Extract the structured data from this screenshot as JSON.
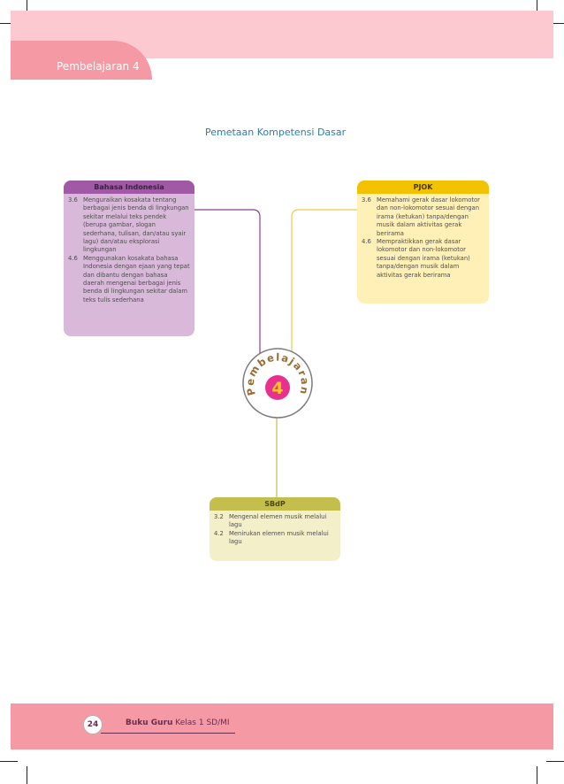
{
  "header": {
    "title": "Pembelajaran 4"
  },
  "map_title": "Pemetaan Kompetensi Dasar",
  "center": {
    "word": "Pembelajaran",
    "number": "4"
  },
  "subjects": {
    "bahasa_indonesia": {
      "title": "Bahasa Indonesia",
      "items": [
        {
          "num": "3.6",
          "text": "Menguraikan kosakata tentang berbagai jenis benda di lingkungan sekitar melalui teks pendek (berupa gambar, slogan sederhana, tulisan, dan/atau syair lagu) dan/atau eksplorasi lingkungan"
        },
        {
          "num": "4.6",
          "text": "Menggunakan kosakata bahasa Indonesia dengan ejaan yang tepat dan dibantu dengan bahasa daerah mengenai berbagai jenis benda di lingkungan sekitar dalam teks tulis sederhana"
        }
      ]
    },
    "pjok": {
      "title": "PJOK",
      "items": [
        {
          "num": "3.6",
          "text": "Memahami gerak dasar lokomotor dan non-lokomotor sesuai dengan irama (ketukan) tanpa/dengan musik dalam aktivitas gerak berirama"
        },
        {
          "num": "4.6",
          "text": "Mempraktikkan gerak dasar lokomotor dan non-lokomotor sesuai dengan irama (ketukan) tanpa/dengan musik dalam aktivitas gerak berirama"
        }
      ]
    },
    "sbdp": {
      "title": "SBdP",
      "items": [
        {
          "num": "3.2",
          "text": "Mengenal elemen musik melalui lagu"
        },
        {
          "num": "4.2",
          "text": "Menirukan elemen musik melalui lagu"
        }
      ]
    }
  },
  "footer": {
    "page_number": "24",
    "book_bold": "Buku Guru",
    "book_rest": " Kelas 1 SD/MI"
  },
  "colors": {
    "top_band": "#fbc9cf",
    "tab": "#f59aa5",
    "bahasa_indonesia": "#a05aa5",
    "pjok": "#f2c200",
    "sbdp": "#c4bf4c",
    "center_circle": "#e8318f"
  }
}
